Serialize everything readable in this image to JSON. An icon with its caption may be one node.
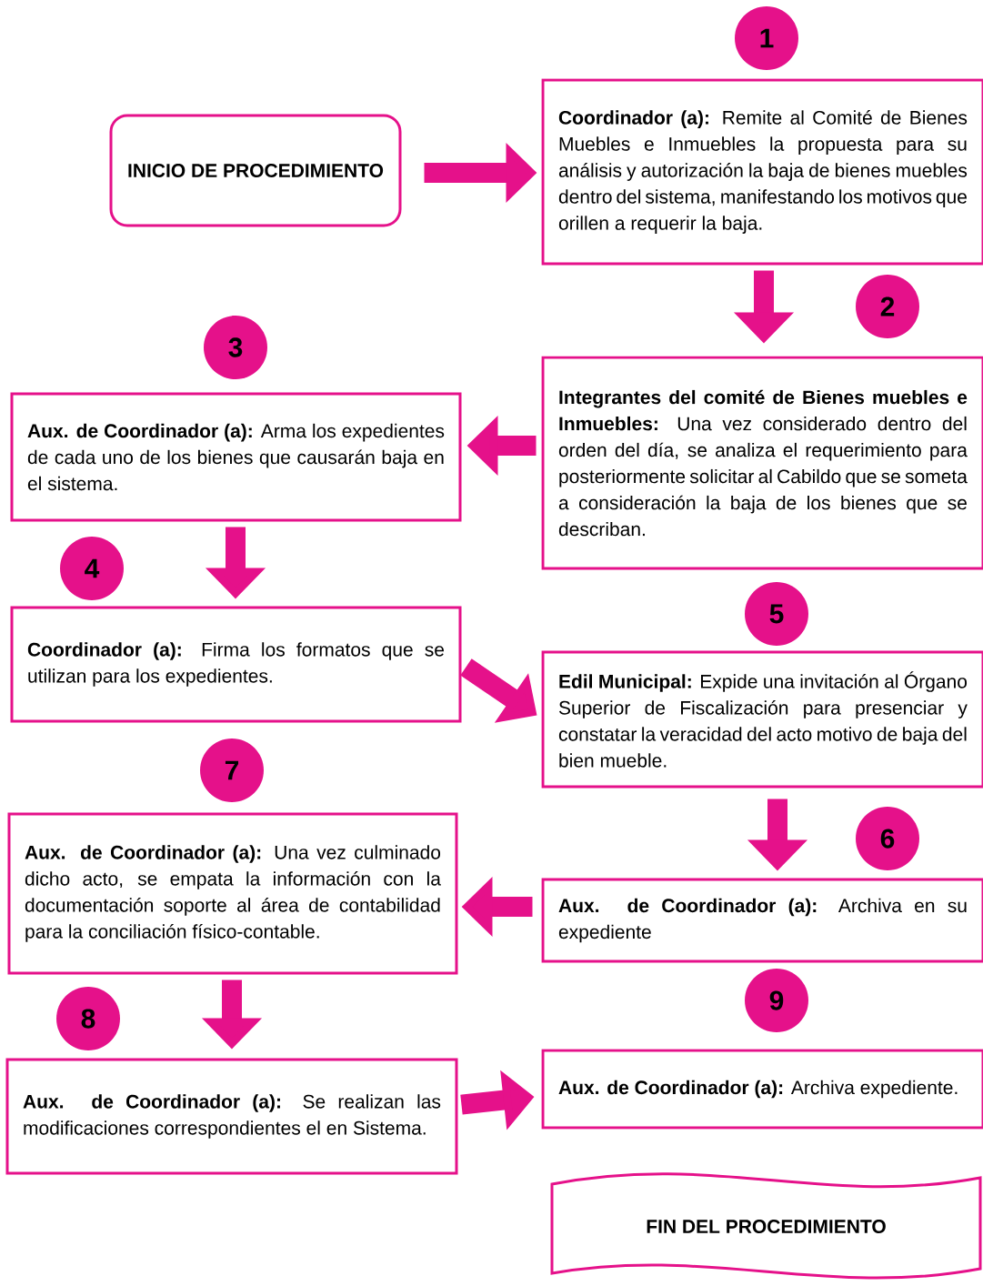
{
  "diagram": {
    "nodes": [
      {
        "text": [
          "INICIO DE PROCEDIMIENTO"
        ]
      },
      {
        "text": [
          "**Coordinador (a):** Remite al Comité de Bienes Muebles e Inmuebles la propuesta para su análisis y autorización la baja de bienes muebles dentro del sistema, manifestando los motivos que orillen a requerir la baja."
        ]
      },
      {
        "text": [
          "**Integrantes del comité de Bienes muebles e Inmuebles:** Una vez considerado dentro del orden del día, se analiza el requerimiento para posteriormente solicitar al Cabildo que se someta a consideración la baja de los bienes que se describan."
        ]
      },
      {
        "text": [
          "**Aux. de Coordinador (a):** Arma los expedientes de cada uno de los bienes que causarán baja en el sistema."
        ]
      },
      {
        "text": [
          "**Coordinador (a):** Firma los formatos que se utilizan para los expedientes."
        ]
      },
      {
        "text": [
          "**Edil Municipal:** Expide una invitación al Órgano Superior de Fiscalización para presenciar y constatar la veracidad del acto motivo de baja del bien mueble."
        ]
      },
      {
        "text": [
          "**Aux. de Coordinador (a):** Archiva en su expediente"
        ]
      },
      {
        "text": [
          "**Aux. de Coordinador (a):** Una vez culminado dicho acto, se empata la información con la documentación soporte al área de contabilidad para la conciliación físico-contable."
        ]
      },
      {
        "text": [
          "**Aux. de Coordinador (a):** Se realizan las modificaciones correspondientes el en Sistema."
        ]
      },
      {
        "text": [
          "**Aux. de Coordinador (a):** Archiva expediente."
        ]
      },
      {
        "text": [
          "FIN DEL PROCEDIMIENTO"
        ]
      }
    ],
    "edges": [
      {
        "from": 0,
        "to": 1,
        "arrow": "to"
      },
      {
        "from": 1,
        "to": 2,
        "arrow": "to"
      },
      {
        "from": 2,
        "to": 3,
        "arrow": "to"
      },
      {
        "from": 3,
        "to": 4,
        "arrow": "to"
      },
      {
        "from": 4,
        "to": 5,
        "arrow": "to"
      },
      {
        "from": 5,
        "to": 6,
        "arrow": "to"
      },
      {
        "from": 6,
        "to": 7,
        "arrow": "to"
      },
      {
        "from": 7,
        "to": 8,
        "arrow": "to"
      },
      {
        "from": 8,
        "to": 9,
        "arrow": "to"
      }
    ],
    "labels": [
      "1",
      "2",
      "3",
      "4",
      "5",
      "6",
      "7",
      "8",
      "9"
    ]
  }
}
